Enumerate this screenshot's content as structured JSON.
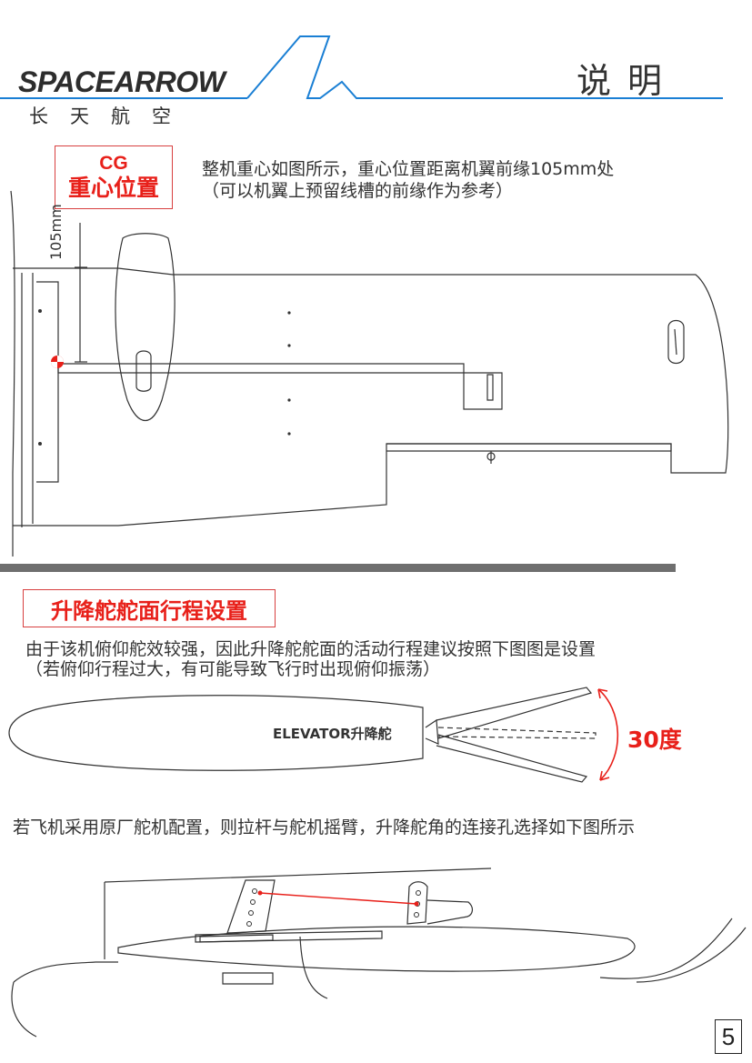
{
  "header": {
    "brand_en": "SPACEARROW",
    "brand_cn": "长天航空",
    "title": "说明"
  },
  "cg_section": {
    "badge_line1": "CG",
    "badge_line2": "重心位置",
    "desc_line1": "整机重心如图所示，重心位置距离机翼前缘105mm处",
    "desc_line2": "（可以机翼上预留线槽的前缘作为参考）",
    "dimension_label": "105mm"
  },
  "elevator_section": {
    "title": "升降舵舵面行程设置",
    "desc_line1": "由于该机俯仰舵效较强，因此升降舵舵面的活动行程建议按照下图图是设置",
    "desc_line2": "（若俯仰行程过大，有可能导致飞行时出现俯仰振荡）",
    "part_label": "ELEVATOR升降舵",
    "throw_label": "30度"
  },
  "linkage_section": {
    "desc": "若飞机采用原厂舵机配置，则拉杆与舵机摇臂，升降舵角的连接孔选择如下图所示"
  },
  "footer": {
    "page_number": "5"
  },
  "colors": {
    "accent_red": "#e8201a",
    "brand_blue": "#1a7fd4",
    "divider_gray": "#6f6f6f"
  }
}
